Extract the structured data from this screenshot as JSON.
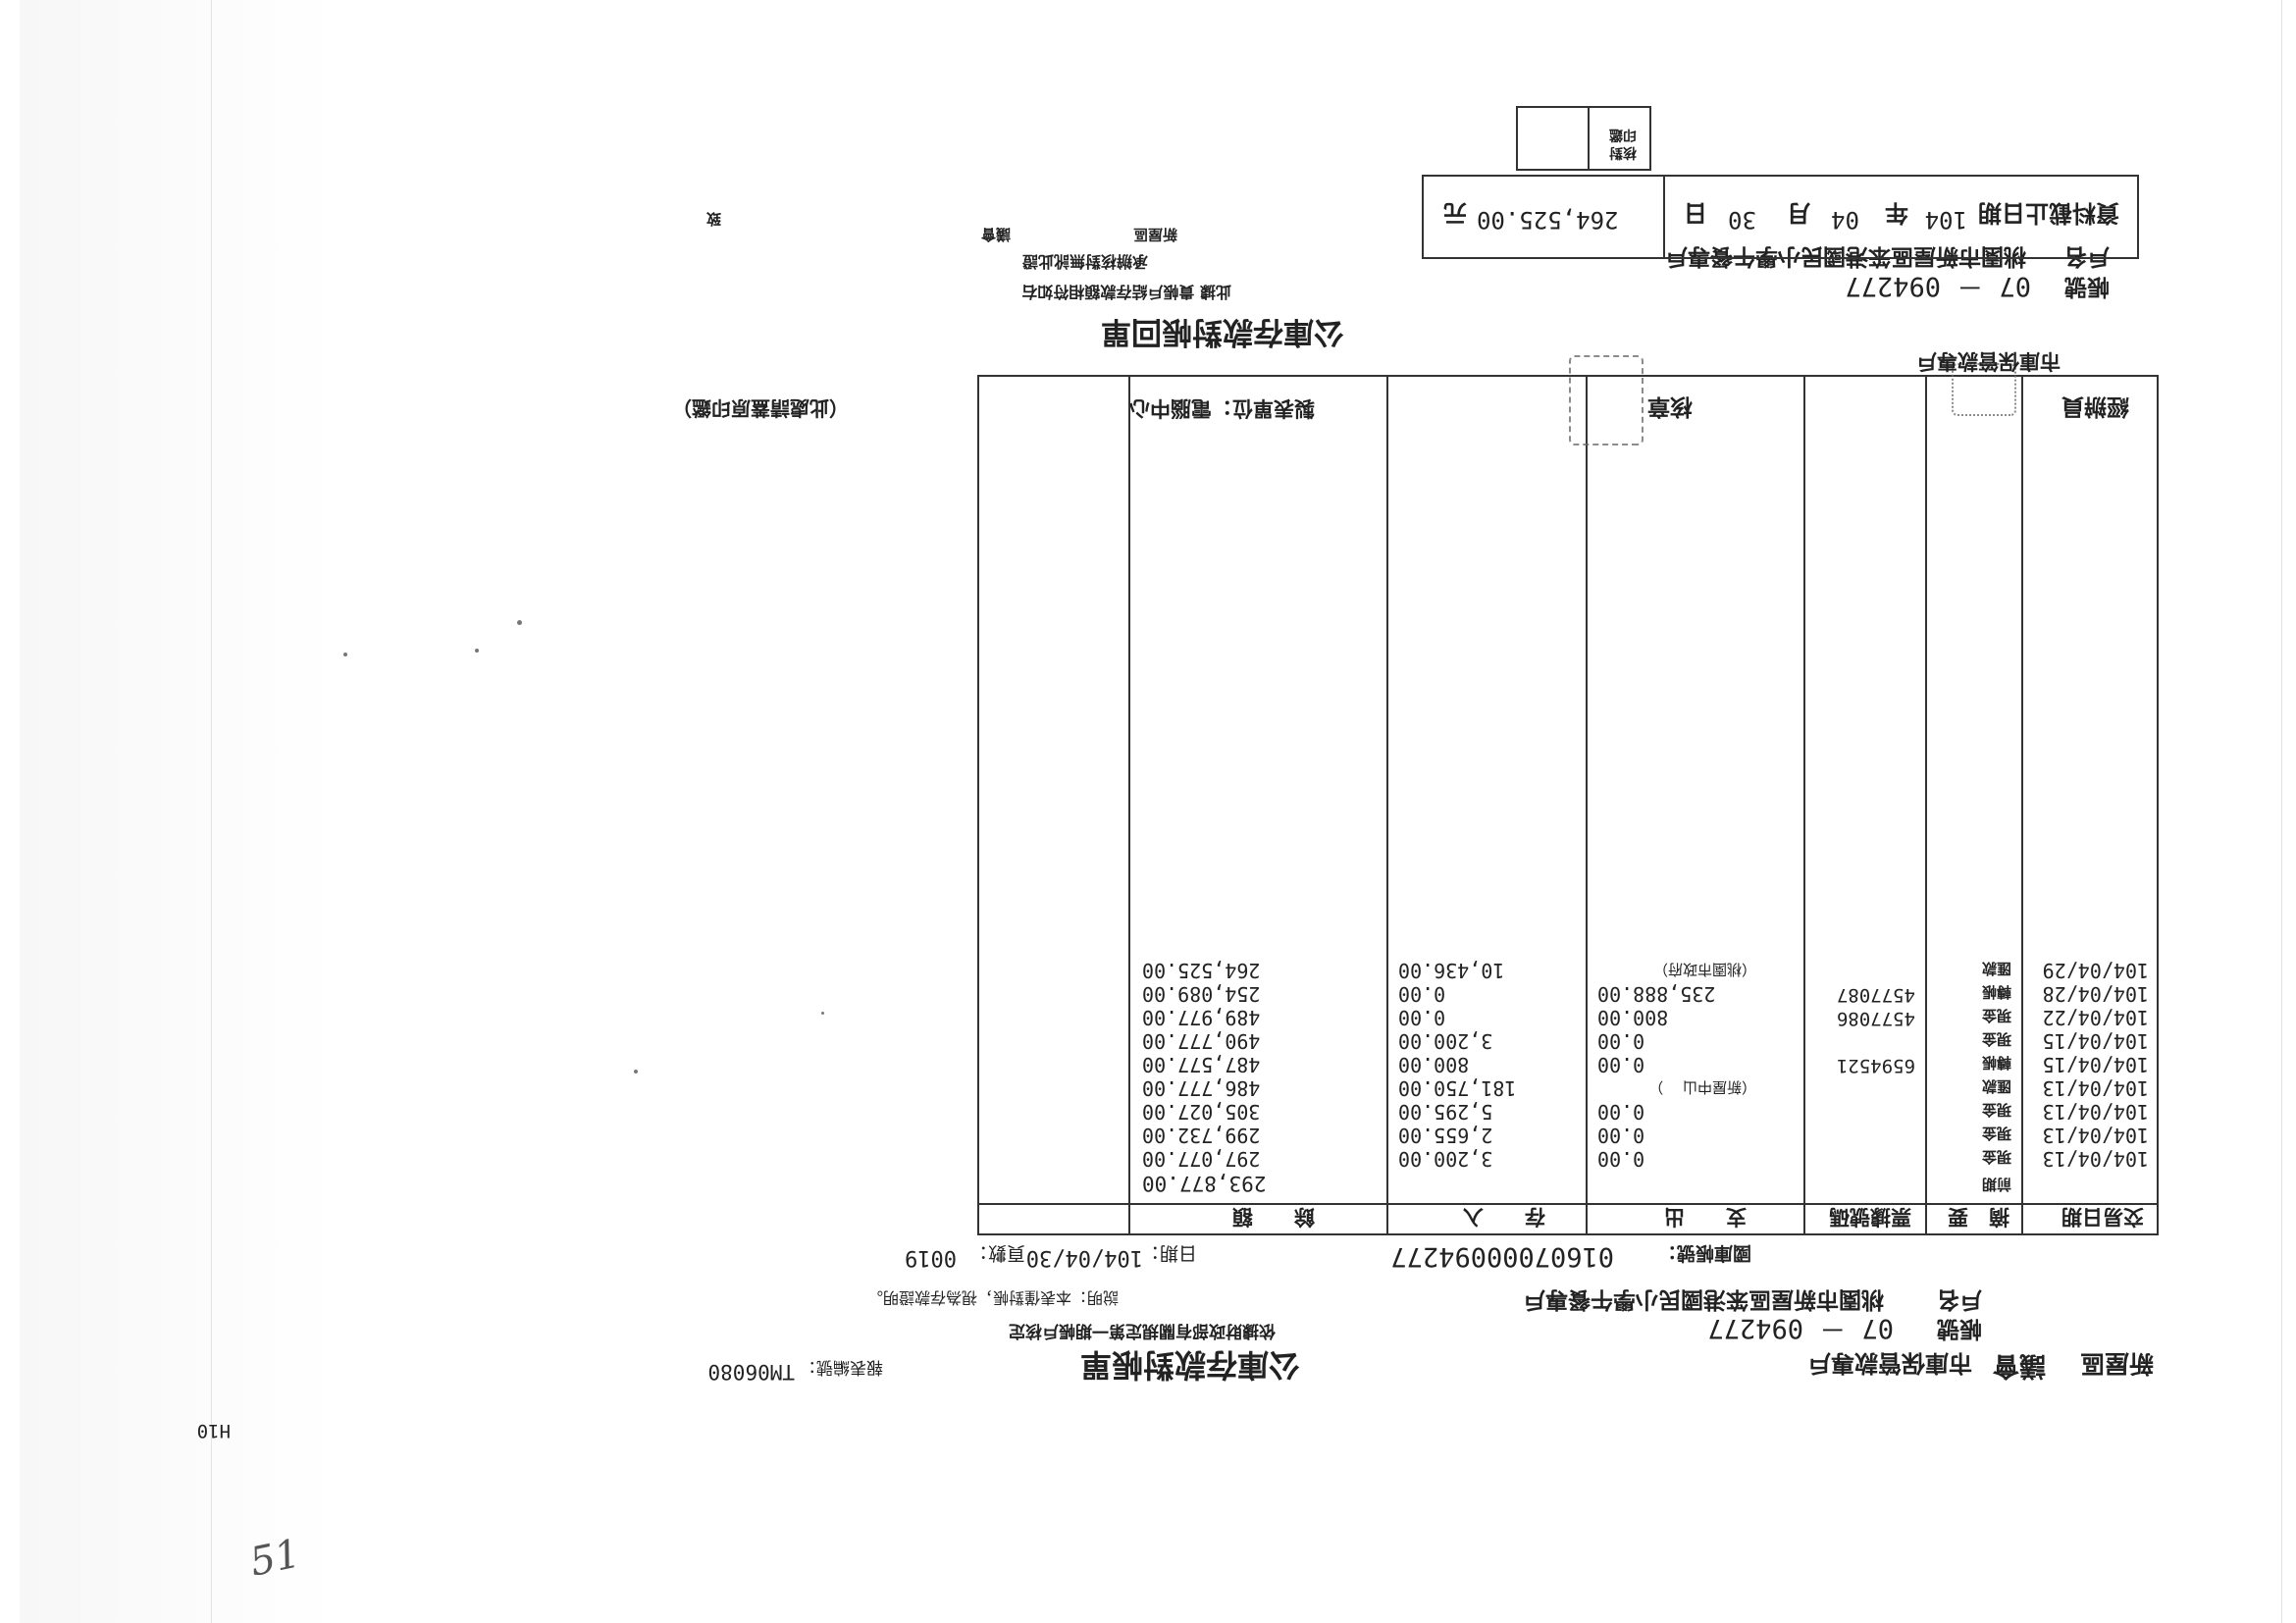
{
  "bottom_form": {
    "header_institution": "市庫保管款專戶",
    "form_title": "公庫存款對帳回單",
    "account_no_label": "帳號",
    "account_no": "07 － 094277",
    "account_name_label": "戶名",
    "account_name": "桃園市新屋區笨港國民小學午餐專戶",
    "cutoff_label": "資料截止日期",
    "cutoff_year": "104",
    "year_unit": "年",
    "cutoff_month": "04",
    "month_unit": "月",
    "cutoff_day": "30",
    "day_unit": "日",
    "balance": "264,525.00",
    "balance_unit": "元",
    "verify_label": "核對印鑑",
    "note_line1": "此據 貴帳戶結存款額相符如右",
    "note_line2": "承辦核對無訛此證",
    "district": "新屋區",
    "council": "議會",
    "note_end": "致",
    "reviewer_label": "核章",
    "manager_label": "經辦員",
    "issuing_unit": "製表單位：電腦中心",
    "return_note": "（此處請蓋原印鑑）"
  },
  "statement": {
    "report_code": "H10",
    "district": "新屋區",
    "council": "議會",
    "institution": "市庫保管款專戶",
    "form_title": "公庫存款對帳單",
    "report_no_label": "報表編號：",
    "report_no": "TM06080",
    "account_no_label": "帳號",
    "account_no": "07 － 094277",
    "account_name_label": "戶名",
    "account_name": "桃園市新屋區笨港國民小學午餐專戶",
    "notice": "說明：本表僅對帳，視為存款證明。",
    "law_note": "依據財政部有關規定第一期帳戶核定",
    "national_account_label": "國庫帳號：",
    "national_account": "01607000094277",
    "date_label": "日期：",
    "date": "104/04/30",
    "page_label": "頁數：",
    "page": "0019",
    "columns": [
      "交易日期",
      "摘　要",
      "票據號碼",
      "支　　出",
      "存　　入",
      "餘　　額"
    ],
    "opening_label": "前期",
    "opening_balance": "293,877.00",
    "rows": [
      {
        "date": "104/04/13",
        "memo": "現金",
        "cheque": "",
        "debit": "0.00",
        "credit": "3,200.00",
        "balance": "297,077.00"
      },
      {
        "date": "104/04/13",
        "memo": "現金",
        "cheque": "",
        "debit": "0.00",
        "credit": "2,655.00",
        "balance": "299,732.00"
      },
      {
        "date": "104/04/13",
        "memo": "現金",
        "cheque": "",
        "debit": "0.00",
        "credit": "5,295.00",
        "balance": "305,027.00"
      },
      {
        "date": "104/04/13",
        "memo": "匯款",
        "cheque": "（新屋中山 　）",
        "debit": "",
        "credit": "181,750.00",
        "balance": "486,777.00"
      },
      {
        "date": "104/04/15",
        "memo": "轉帳",
        "cheque": "6594521",
        "debit": "0.00",
        "credit": "800.00",
        "balance": "487,577.00"
      },
      {
        "date": "104/04/15",
        "memo": "現金",
        "cheque": "",
        "debit": "0.00",
        "credit": "3,200.00",
        "balance": "490,777.00"
      },
      {
        "date": "104/04/22",
        "memo": "現金",
        "cheque": "4577086",
        "debit": "800.00",
        "credit": "0.00",
        "balance": "489,977.00"
      },
      {
        "date": "104/04/28",
        "memo": "轉帳",
        "cheque": "4577087",
        "debit": "235,888.00",
        "credit": "0.00",
        "balance": "254,089.00"
      },
      {
        "date": "104/04/29",
        "memo": "匯款",
        "cheque": "（桃園市政府）",
        "debit": "",
        "credit": "10,436.00",
        "balance": "264,525.00"
      }
    ]
  },
  "handwritten_page_no": "51"
}
